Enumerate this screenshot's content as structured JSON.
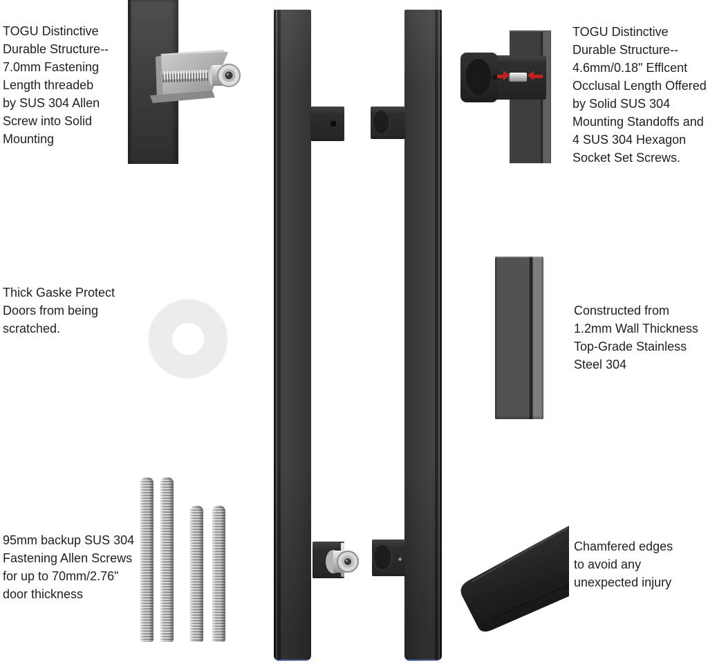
{
  "page": {
    "type": "product-feature-infographic",
    "brand": "TOGU",
    "background": "#ffffff"
  },
  "annotations": {
    "top_left": "TOGU Distinctive\nDurable Structure--\n7.0mm Fastening\nLength threadeb\nby SUS 304 Allen\nScrew into Solid\nMounting",
    "top_right": "TOGU Distinctive\nDurable Structure--\n4.6mm/0.18\" Efflcent\nOcclusal Length Offered\nby Solid SUS 304\nMounting Standoffs and\n4 SUS 304 Hexagon\nSocket Set Screws.",
    "mid_left": "Thick Gaske Protect\nDoors from being\nscratched.",
    "mid_right": "Constructed from\n1.2mm Wall Thickness\nTop-Grade Stainless\nSteel 304",
    "bottom_left": "95mm backup SUS 304\nFastening Allen Screws\nfor up to 70mm/2.76\"\ndoor thickness",
    "bottom_right": "Chamfered edges\nto avoid any\nunexpected injury"
  },
  "figures": {
    "top_left_inset": "allen-screw-through-bracket-closeup",
    "top_right_inset": "mounting-standoff-set-screw-closeup",
    "center": "pair-of-black-square-pull-handles",
    "gasket": "white-protective-gasket-washer",
    "wall_bar": "stainless-steel-tube-section",
    "rods": "four-threaded-fastening-screws",
    "chamfer": "chamfered-edge-bar-end"
  },
  "colors": {
    "text": "#1f1f1f",
    "handle_black": "#333333",
    "accent_red": "#c12121",
    "steel_light": "#d6d6d6",
    "gasket": "#ececec",
    "background": "#ffffff"
  }
}
